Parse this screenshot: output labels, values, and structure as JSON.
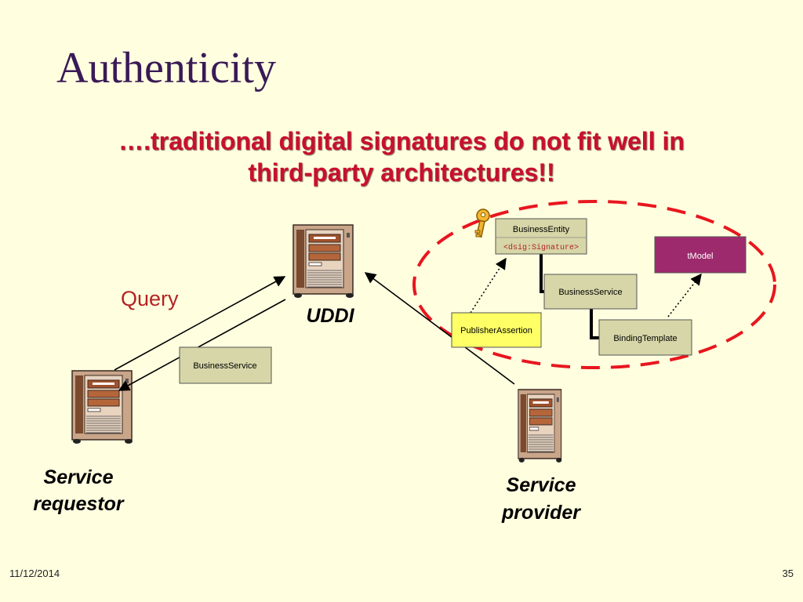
{
  "slide": {
    "title": "Authenticity",
    "subtitle_line1": "….traditional digital signatures do not fit well in",
    "subtitle_line2": "third-party architectures!!",
    "date": "11/12/2014",
    "page_number": "35"
  },
  "diagram": {
    "query_label": "Query",
    "uddi_label": "UDDI",
    "requestor_line1": "Service",
    "requestor_line2": "requestor",
    "provider_line1": "Service",
    "provider_line2": "provider",
    "message_box": "BusinessService",
    "boxes": {
      "business_entity": "BusinessEntity",
      "signature_tag": "<dsig:Signature>",
      "business_service": "BusinessService",
      "binding_template": "BindingTemplate",
      "publisher_assertion": "PublisherAssertion",
      "tmodel": "tModel"
    }
  },
  "colors": {
    "background": "#FFFFE0",
    "title": "#3A1A56",
    "subtitle": "#C8102E",
    "query": "#B22222",
    "box_fill": "#D6D6A8",
    "publisher_fill": "#FFFF66",
    "tmodel_fill": "#9E2A6E",
    "dashed_ellipse": "#E8161E",
    "signature_text": "#B22222"
  },
  "icons": [
    "server-icon",
    "key-icon"
  ]
}
